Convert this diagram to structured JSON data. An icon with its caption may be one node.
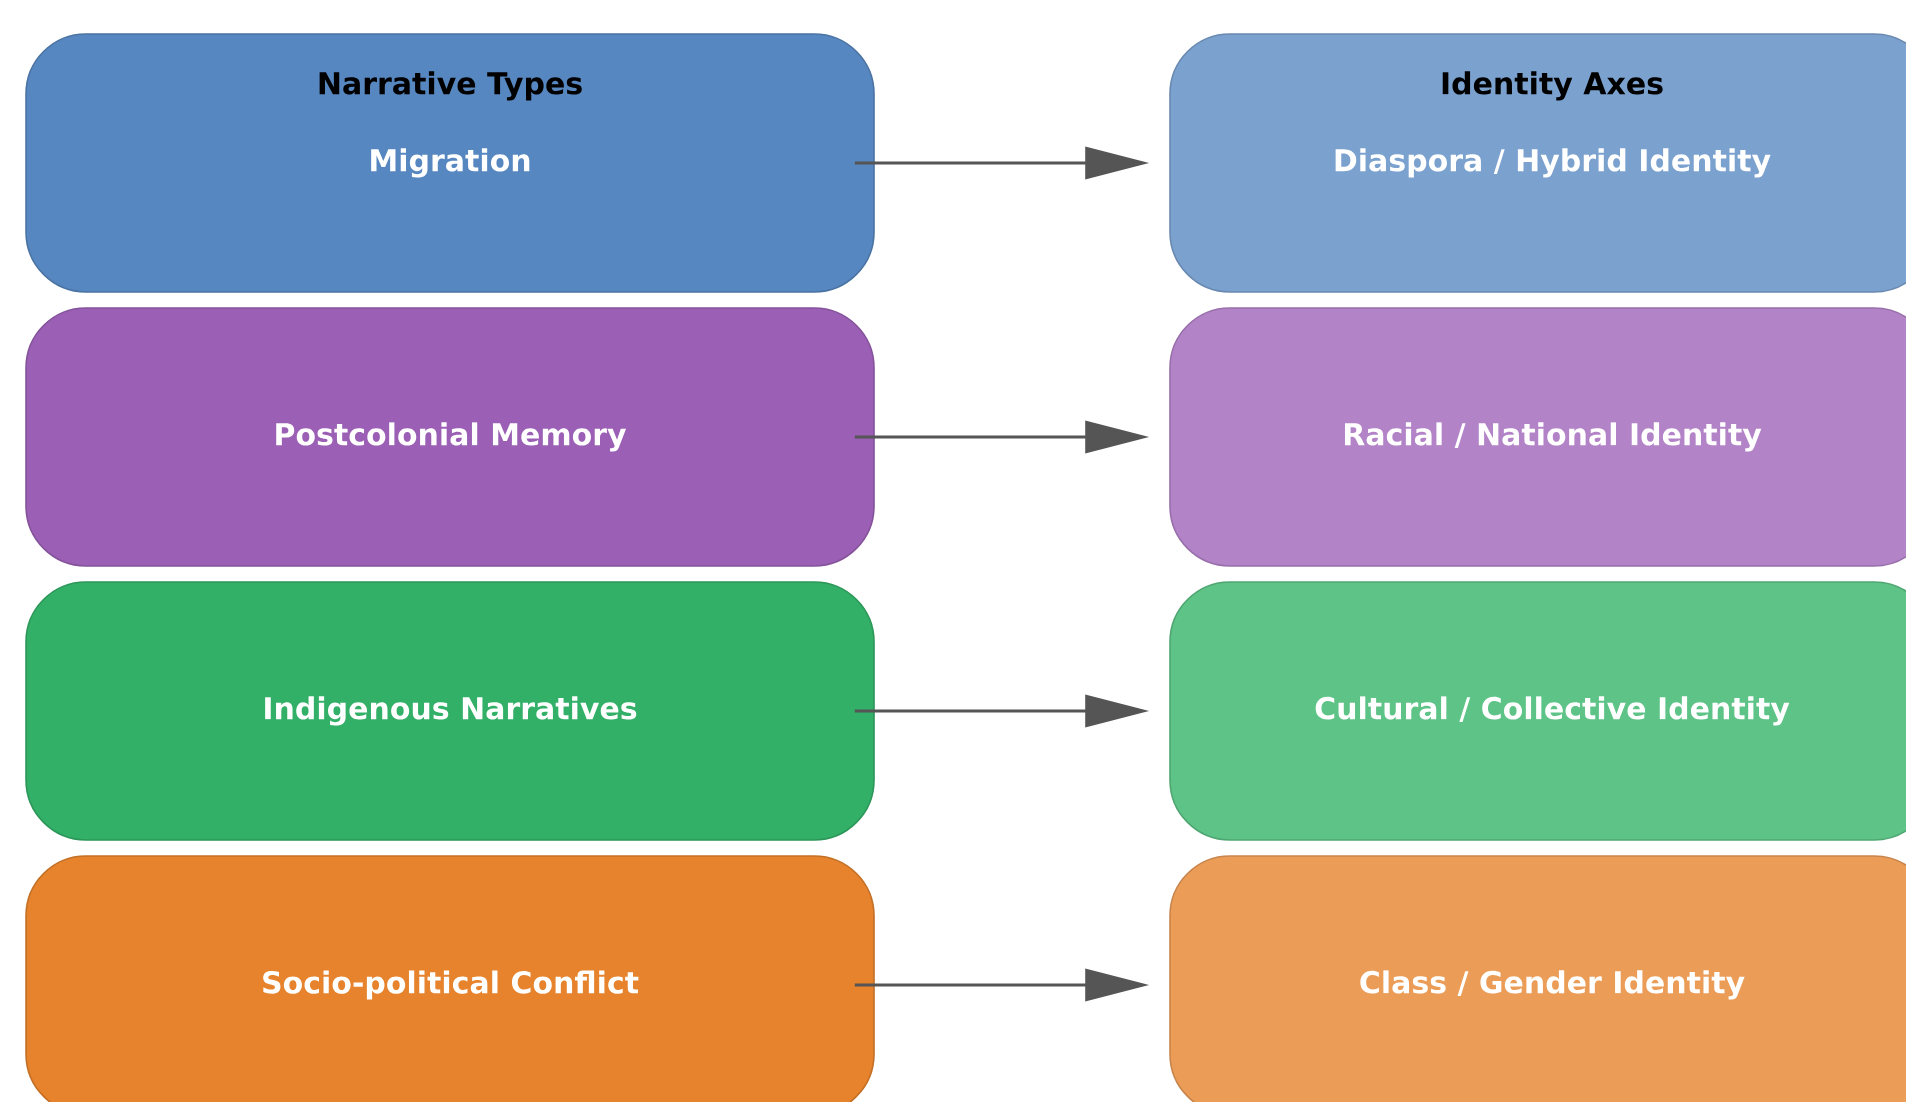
{
  "diagram": {
    "nodes": [
      {
        "text": [
          "Narrative Types",
          "Migration"
        ]
      },
      {
        "text": [
          "Identity Axes",
          "Diaspora / Hybrid Identity"
        ]
      },
      {
        "text": [
          "Postcolonial Memory"
        ]
      },
      {
        "text": [
          "Racial / National Identity"
        ]
      },
      {
        "text": [
          "Indigenous Narratives"
        ]
      },
      {
        "text": [
          "Cultural / Collective Identity"
        ]
      },
      {
        "text": [
          "Socio-political Conflict"
        ]
      },
      {
        "text": [
          "Class / Gender Identity"
        ]
      }
    ],
    "edges": [
      {
        "from": 0,
        "to": 1,
        "arrow": "to"
      },
      {
        "from": 2,
        "to": 3,
        "arrow": "to"
      },
      {
        "from": 4,
        "to": 5,
        "arrow": "to"
      },
      {
        "from": 6,
        "to": 7,
        "arrow": "to"
      }
    ]
  }
}
